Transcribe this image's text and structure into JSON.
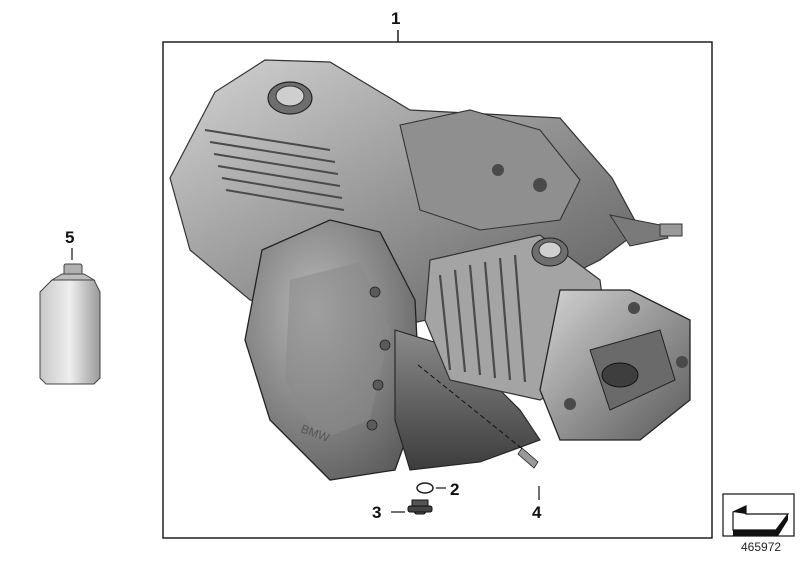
{
  "diagram": {
    "callouts": {
      "engine": "1",
      "o_ring": "2",
      "plug": "3",
      "dipstick": "4",
      "oil_bottle": "5"
    },
    "diagram_id": "465972"
  }
}
